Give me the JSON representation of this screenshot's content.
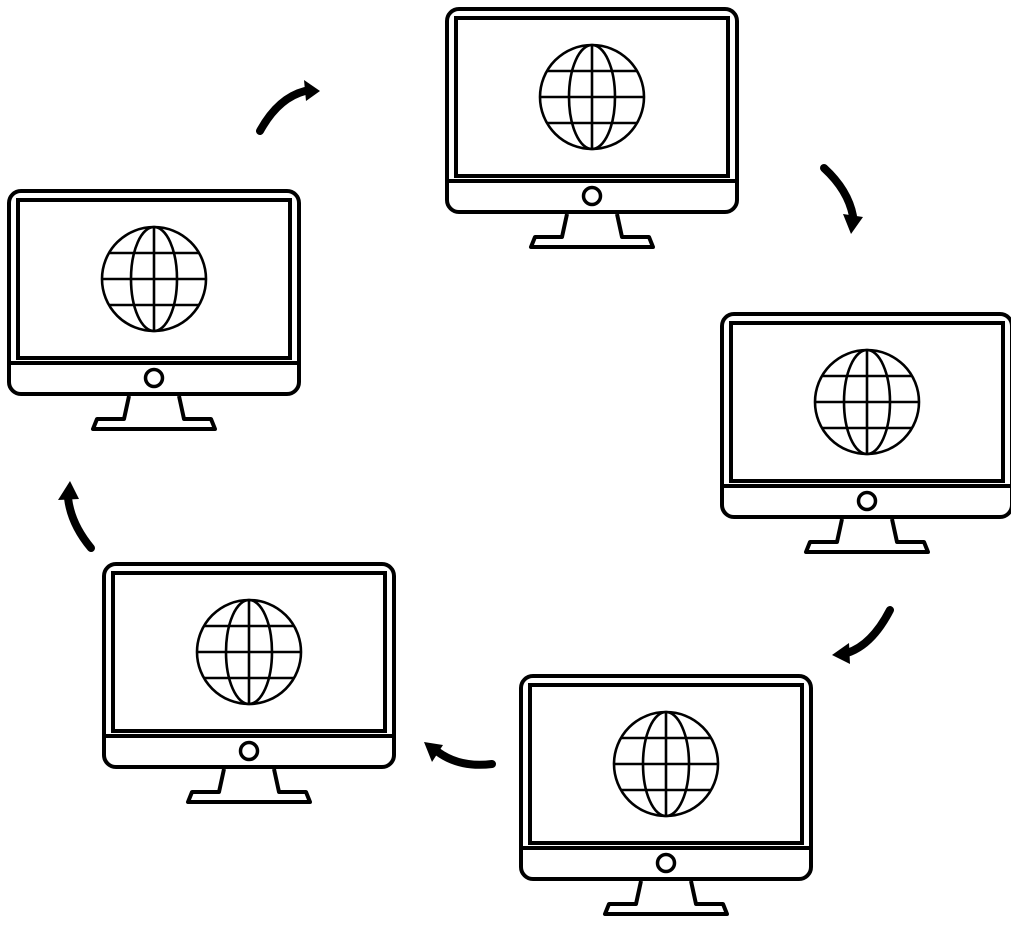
{
  "diagram": {
    "kind": "cycle",
    "node_icon": "desktop-monitor-globe-icon",
    "node_count": 5,
    "connector_icon": "curved-arrow-icon",
    "flow_direction": "clockwise",
    "line_color": "#000000",
    "background_color": "#ffffff"
  }
}
